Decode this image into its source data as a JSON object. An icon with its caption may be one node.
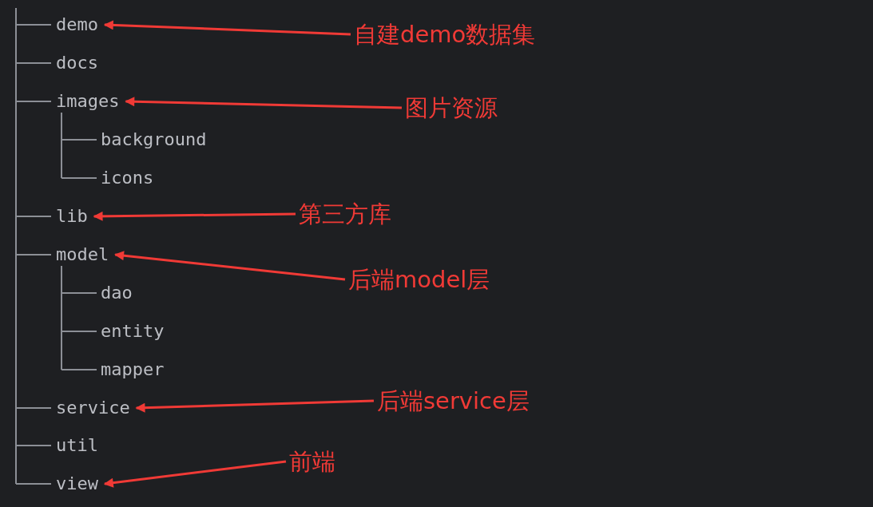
{
  "diagram": {
    "nodes": [
      {
        "text": [
          "demo"
        ]
      },
      {
        "text": [
          "docs"
        ]
      },
      {
        "text": [
          "images"
        ]
      },
      {
        "text": [
          "background"
        ]
      },
      {
        "text": [
          "icons"
        ]
      },
      {
        "text": [
          "lib"
        ]
      },
      {
        "text": [
          "model"
        ]
      },
      {
        "text": [
          "dao"
        ]
      },
      {
        "text": [
          "entity"
        ]
      },
      {
        "text": [
          "mapper"
        ]
      },
      {
        "text": [
          "service"
        ]
      },
      {
        "text": [
          "util"
        ]
      },
      {
        "text": [
          "view"
        ]
      },
      {
        "text": [
          "自建demo数据集"
        ]
      },
      {
        "text": [
          "图片资源"
        ]
      },
      {
        "text": [
          "第三方库"
        ]
      },
      {
        "text": [
          "后端model层"
        ]
      },
      {
        "text": [
          "后端service层"
        ]
      },
      {
        "text": [
          "前端"
        ]
      }
    ],
    "edges": [
      {
        "from": 13,
        "to": 0,
        "arrow": "to"
      },
      {
        "from": 14,
        "to": 2,
        "arrow": "to"
      },
      {
        "from": 15,
        "to": 5,
        "arrow": "to"
      },
      {
        "from": 16,
        "to": 6,
        "arrow": "to"
      },
      {
        "from": 17,
        "to": 10,
        "arrow": "to"
      },
      {
        "from": 18,
        "to": 12,
        "arrow": "to"
      }
    ]
  }
}
